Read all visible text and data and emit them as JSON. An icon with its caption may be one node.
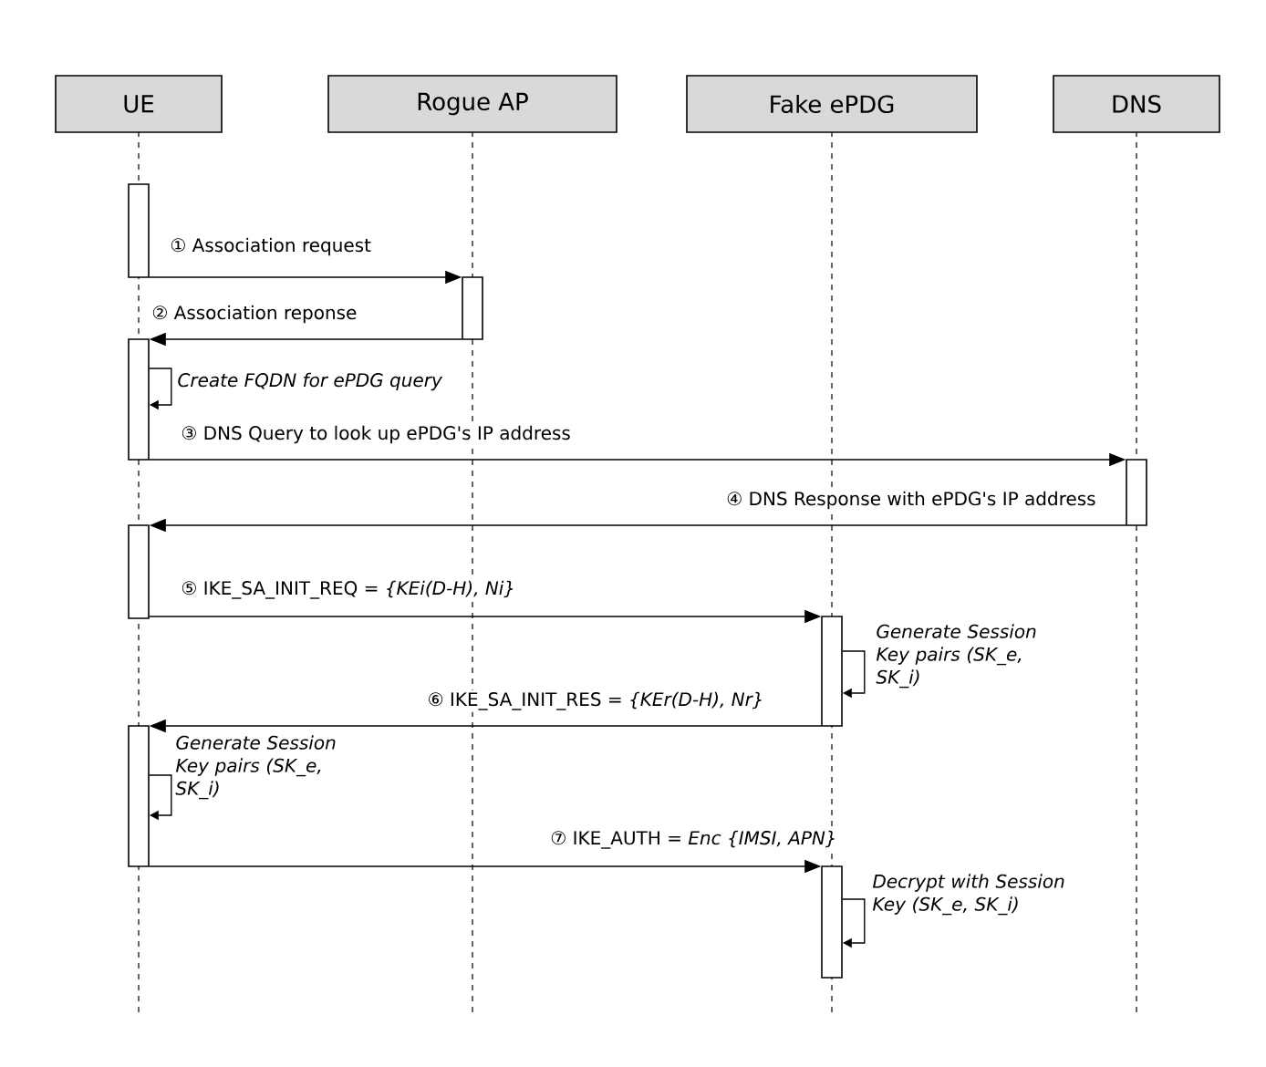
{
  "diagram": {
    "nodes": [
      {
        "text": [
          "UE"
        ]
      },
      {
        "text": [
          "Rogue AP"
        ]
      },
      {
        "text": [
          "Fake ePDG"
        ]
      },
      {
        "text": [
          "DNS"
        ]
      },
      {
        "text": [],
        "shape": "bar"
      },
      {
        "text": [],
        "shape": "bar"
      },
      {
        "text": [],
        "shape": "bar"
      },
      {
        "text": [],
        "shape": "bar"
      },
      {
        "text": [],
        "shape": "bar"
      },
      {
        "text": [],
        "shape": "bar"
      },
      {
        "text": [],
        "shape": "bar"
      },
      {
        "text": [],
        "shape": "bar"
      }
    ],
    "edges": [
      {
        "from": 4,
        "to": 5,
        "arrow": "to",
        "label": "① Association request"
      },
      {
        "from": 5,
        "to": 6,
        "arrow": "to",
        "label": "② Association reponse"
      },
      {
        "from": 6,
        "to": 6,
        "arrow": "to",
        "label": "Create FQDN for ePDG query"
      },
      {
        "from": 6,
        "to": 7,
        "arrow": "to",
        "label": "③ DNS Query to look up ePDG's IP address"
      },
      {
        "from": 7,
        "to": 8,
        "arrow": "to",
        "label": "④ DNS Response with ePDG's IP address"
      },
      {
        "from": 8,
        "to": 9,
        "arrow": "to",
        "label": "⑤ IKE_SA_INIT_REQ = *{KEi(D-H), Ni}*"
      },
      {
        "from": 9,
        "to": 9,
        "arrow": "to",
        "label": "Generate Session Key pairs (SK_e, SK_i)"
      },
      {
        "from": 9,
        "to": 10,
        "arrow": "to",
        "label": "⑥ IKE_SA_INIT_RES = *{KEr(D-H), Nr}*"
      },
      {
        "from": 10,
        "to": 10,
        "arrow": "to",
        "label": "Generate Session Key pairs (SK_e, SK_i)"
      },
      {
        "from": 10,
        "to": 11,
        "arrow": "to",
        "label": "⑦ IKE_AUTH = *Enc {IMSI, APN}*"
      },
      {
        "from": 11,
        "to": 11,
        "arrow": "to",
        "label": "Decrypt with Session Key (SK_e, SK_i)"
      }
    ]
  }
}
